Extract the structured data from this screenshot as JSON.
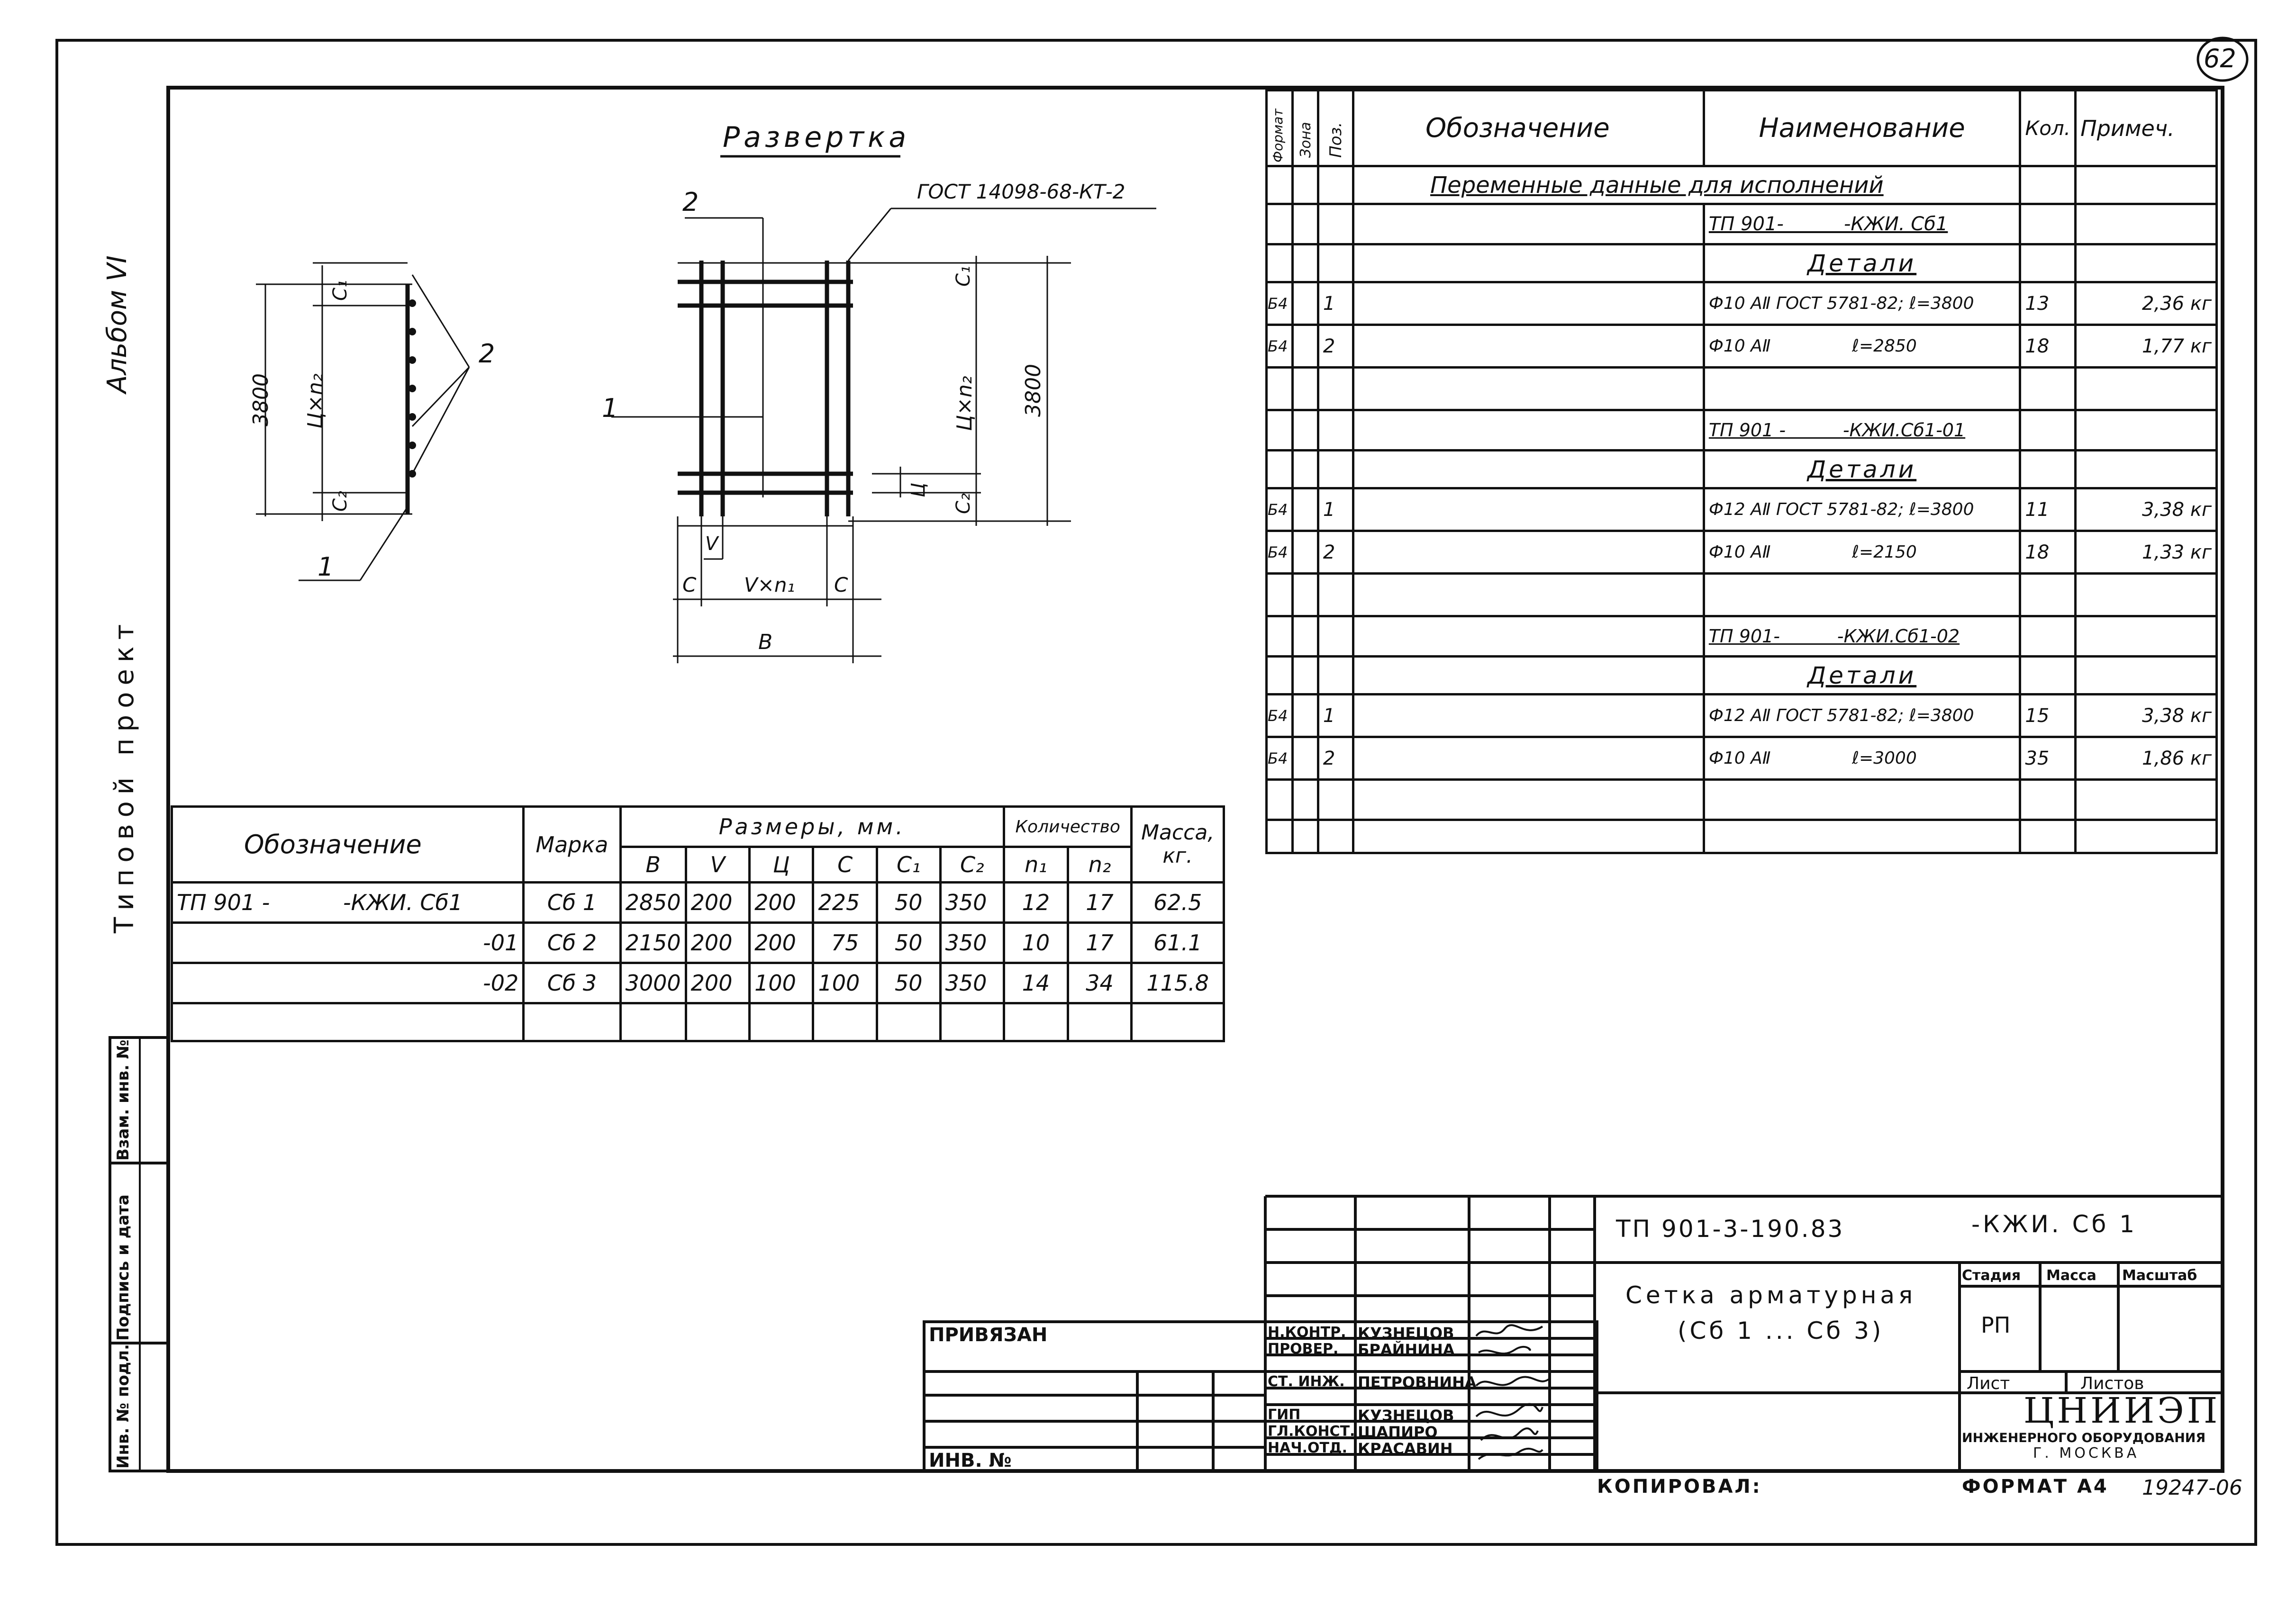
{
  "sheet_number": "62",
  "side_labels": {
    "album": "Альбом VI",
    "project": "Типовой проект",
    "side_stamp": [
      "Инв. № подл.",
      "Подпись и дата",
      "Взам. инв. №"
    ]
  },
  "drawing": {
    "title": "Развертка",
    "gost": "ГОСТ 14098-68-КТ-2",
    "pos_left_1": "1",
    "pos_left_2": "2",
    "pos_mid_1": "1",
    "pos_mid_2": "2",
    "dim_3800_left": "3800",
    "dim_3800_right": "3800",
    "dim_u_n": "Ц×n₂",
    "dim_c1": "C₁",
    "dim_c2": "C₂",
    "dim_u": "Ц",
    "dim_v": "V",
    "dim_c": "C",
    "dim_v_n": "V×n₁",
    "dim_b": "B"
  },
  "size_table": {
    "headers": {
      "designation": "Обозначение",
      "mark": "Марка",
      "sizes": "Размеры, мм.",
      "quantity": "Количество",
      "mass": "Масса, кг."
    },
    "subheaders": [
      "B",
      "V",
      "Ц",
      "C",
      "C₁",
      "C₂",
      "n₁",
      "n₂"
    ],
    "rows": [
      {
        "prefix": "ТП 901 -",
        "designation": "-КЖИ. Сб1",
        "mark": "Сб 1",
        "values": [
          "2850",
          "200",
          "200",
          "225",
          "50",
          "350",
          "12",
          "17"
        ],
        "mass": "62.5"
      },
      {
        "prefix": "",
        "designation": "-01",
        "mark": "Сб 2",
        "values": [
          "2150",
          "200",
          "200",
          "75",
          "50",
          "350",
          "10",
          "17"
        ],
        "mass": "61.1"
      },
      {
        "prefix": "",
        "designation": "-02",
        "mark": "Сб 3",
        "values": [
          "3000",
          "200",
          "100",
          "100",
          "50",
          "350",
          "14",
          "34"
        ],
        "mass": "115.8"
      }
    ]
  },
  "spec_table": {
    "headers": {
      "format": "Формат",
      "zone": "Зона",
      "pos": "Поз.",
      "designation": "Обозначение",
      "name": "Наименование",
      "qty": "Кол.",
      "note": "Примеч."
    },
    "variable_title": "Переменные данные для исполнений",
    "groups": [
      {
        "doc": "ТП 901-          -КЖИ. Сб1",
        "section": "Детали",
        "items": [
          {
            "format": "Б4",
            "pos": "1",
            "name": "Ф10 AⅡ ГОСТ 5781-82; ℓ=3800",
            "qty": "13",
            "note": "2,36 кг"
          },
          {
            "format": "Б4",
            "pos": "2",
            "name": "Ф10 AⅡ               ℓ=2850",
            "qty": "18",
            "note": "1,77 кг"
          }
        ]
      },
      {
        "doc": "ТП 901 -          -КЖИ.Сб1-01",
        "section": "Детали",
        "items": [
          {
            "format": "Б4",
            "pos": "1",
            "name": "Ф12 AⅡ ГОСТ 5781-82; ℓ=3800",
            "qty": "11",
            "note": "3,38 кг"
          },
          {
            "format": "Б4",
            "pos": "2",
            "name": "Ф10 AⅡ               ℓ=2150",
            "qty": "18",
            "note": "1,33 кг"
          }
        ]
      },
      {
        "doc": "ТП 901-          -КЖИ.Сб1-02",
        "section": "Детали",
        "items": [
          {
            "format": "Б4",
            "pos": "1",
            "name": "Ф12 AⅡ ГОСТ 5781-82; ℓ=3800",
            "qty": "15",
            "note": "3,38 кг"
          },
          {
            "format": "Б4",
            "pos": "2",
            "name": "Ф10 AⅡ               ℓ=3000",
            "qty": "35",
            "note": "1,86 кг"
          }
        ]
      }
    ]
  },
  "title_block": {
    "code": "ТП 901-3-190.83",
    "doc_suffix": "-КЖИ. Сб 1",
    "name_line1": "Сетка арматурная",
    "name_line2": "(Сб 1 ... Сб 3)",
    "stage_label": "Стадия",
    "mass_label": "Масса",
    "scale_label": "Масштаб",
    "stage_value": "РП",
    "sheet_label": "Лист",
    "sheets_label": "Листов",
    "org_name": "ЦНИИЭП",
    "org_sub1": "инженерного оборудования",
    "org_sub2": "г. Москва",
    "privyazan": "Привязан",
    "inv_no": "Инв. №",
    "roles": [
      {
        "role": "Н.контр.",
        "name": "Кузнецов"
      },
      {
        "role": "Провер.",
        "name": "Брайнина"
      },
      {
        "role": "Ст. инж.",
        "name": "Петровнина"
      },
      {
        "role": "ГИП",
        "name": "Кузнецов"
      },
      {
        "role": "Гл.конст.",
        "name": "Шапиро"
      },
      {
        "role": "Нач.отд.",
        "name": "Красавин"
      }
    ]
  },
  "footer": {
    "copied": "Копировал:",
    "format": "Формат А4",
    "number": "19247-06"
  }
}
